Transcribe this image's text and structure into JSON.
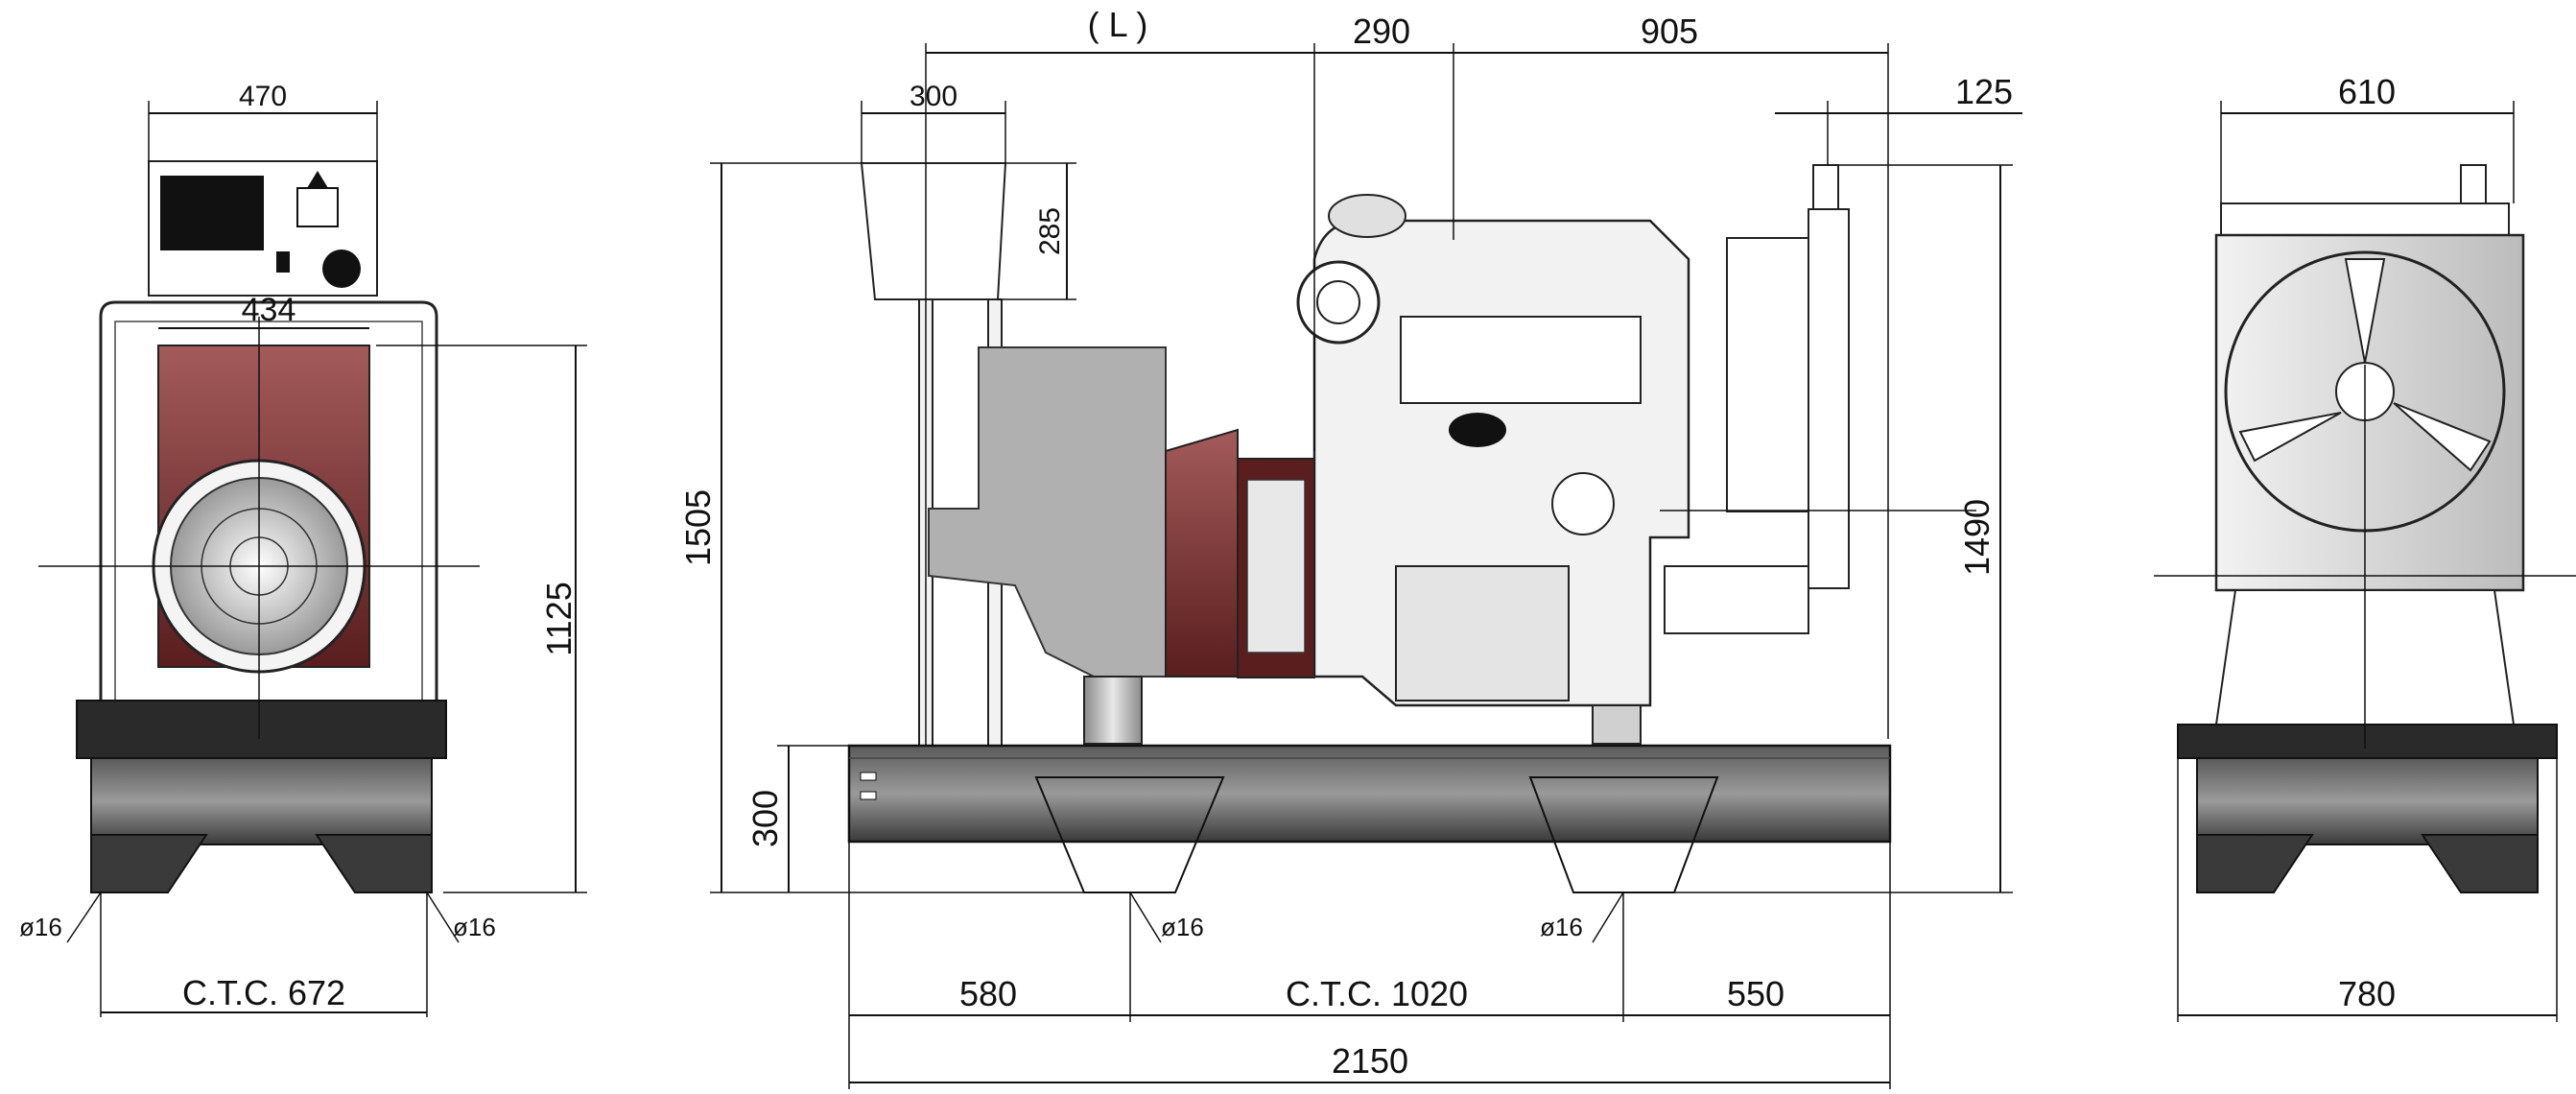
{
  "front_view": {
    "panel_width": "470",
    "alternator_width": "434",
    "height": "1125",
    "ctc": "C.T.C. 672",
    "hole_left": "ø16",
    "hole_right": "ø16"
  },
  "side_view": {
    "length": "( L )",
    "panel_offset": "300",
    "panel_height": "285",
    "engine_a": "290",
    "engine_b": "905",
    "exhaust": "125",
    "total_height": "1505",
    "base_height": "300",
    "radiator_height": "1490",
    "seg_left": "580",
    "ctc": "C.T.C. 1020",
    "seg_right": "550",
    "total_length": "2150",
    "hole_left": "ø16",
    "hole_right": "ø16"
  },
  "rear_view": {
    "radiator_width": "610",
    "base_width": "780"
  },
  "colors": {
    "alternator": "#7a3131",
    "frame_dark": "#2a2a2a",
    "steel_light": "#d9d9d9"
  }
}
